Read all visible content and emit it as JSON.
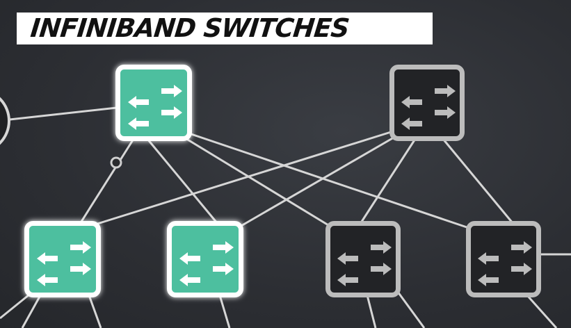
{
  "title": "INFINIBAND SWITCHES",
  "colors": {
    "active_fill": "#4dbf9f",
    "inactive_fill": "#222326",
    "active_border": "#ffffff",
    "inactive_border": "#bcbcbc",
    "link": "#d6d6d6",
    "background": "#2c2e33"
  },
  "switches": [
    {
      "id": "spine-1",
      "tier": "spine",
      "state": "active",
      "icon": "switch-arrows-icon"
    },
    {
      "id": "spine-2",
      "tier": "spine",
      "state": "inactive",
      "icon": "switch-arrows-icon"
    },
    {
      "id": "leaf-1",
      "tier": "leaf",
      "state": "active",
      "icon": "switch-arrows-icon"
    },
    {
      "id": "leaf-2",
      "tier": "leaf",
      "state": "active",
      "icon": "switch-arrows-icon"
    },
    {
      "id": "leaf-3",
      "tier": "leaf",
      "state": "inactive",
      "icon": "switch-arrows-icon"
    },
    {
      "id": "leaf-4",
      "tier": "leaf",
      "state": "inactive",
      "icon": "switch-arrows-icon"
    }
  ]
}
